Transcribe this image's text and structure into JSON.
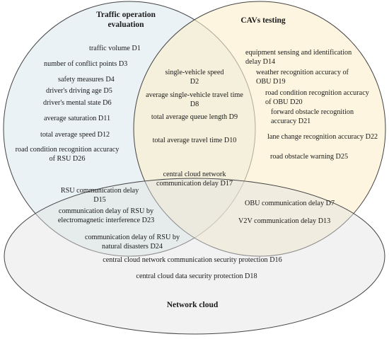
{
  "sets": {
    "traffic": {
      "title_l1": "Traffic operation",
      "title_l2": "evaluation",
      "fill": "#e6f0f3"
    },
    "cavs": {
      "title": "CAVs testing",
      "fill": "#fcefc9"
    },
    "network": {
      "title": "Network cloud",
      "fill": "#e3e3e3"
    }
  },
  "traffic_only": {
    "d1": "traffic volume D1",
    "d3": "number of conflict points D3",
    "d4": "safety measures D4",
    "d5": "driver's driving age D5",
    "d6": "driver's mental state D6",
    "d11": "average saturation D11",
    "d12": "total average speed D12",
    "d26_l1": "road condition recognition accuracy",
    "d26_l2": "of RSU D26"
  },
  "traffic_cavs": {
    "d2_l1": "single-vehicle speed",
    "d2_l2": "D2",
    "d8_l1": "average single-vehicle travel time",
    "d8_l2": "D8",
    "d9": "total average queue length D9",
    "d10": "total average travel time D10"
  },
  "cavs_only": {
    "d14_l1": "equipment sensing and identification",
    "d14_l2": "delay D14",
    "d19_l1": "weather recognition accuracy of",
    "d19_l2": "OBU D19",
    "d20_l1": "road condition recognition accuracy",
    "d20_l2": "of OBU D20",
    "d21_l1": "forward obstacle recognition",
    "d21_l2": "accuracy D21",
    "d22": "lane change recognition accuracy D22",
    "d25": "road obstacle warning D25"
  },
  "all_three": {
    "d17_l1": "central cloud network",
    "d17_l2": "communication delay D17"
  },
  "traffic_network": {
    "d15_l1": "RSU communication delay",
    "d15_l2": "D15",
    "d23_l1": "communication delay of RSU by",
    "d23_l2": "electromagnetic interference D23",
    "d24_l1": "communication delay of RSU by",
    "d24_l2": "natural disasters D24"
  },
  "cavs_network": {
    "d7": "OBU communication delay D7",
    "d13": "V2V communication delay D13"
  },
  "network_only": {
    "d16": "central cloud network communication security protection D16",
    "d18": "central cloud data security protection D18"
  }
}
